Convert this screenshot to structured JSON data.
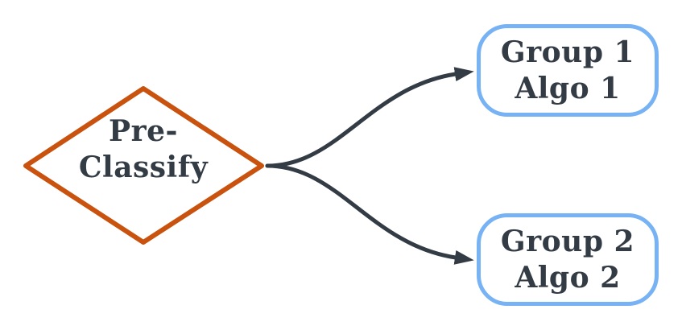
{
  "diagram": {
    "type": "flowchart",
    "decision": {
      "label": "Pre-\nClassify",
      "shape": "diamond"
    },
    "outcomes": [
      {
        "id": "group1",
        "label": "Group 1\nAlgo 1",
        "shape": "rounded-rect"
      },
      {
        "id": "group2",
        "label": "Group 2\nAlgo 2",
        "shape": "rounded-rect"
      }
    ],
    "edges": [
      {
        "from": "Pre-Classify",
        "to": "Group 1 Algo 1",
        "style": "curved-arrow"
      },
      {
        "from": "Pre-Classify",
        "to": "Group 2 Algo 2",
        "style": "curved-arrow"
      }
    ]
  },
  "colors": {
    "background": "#ffffff",
    "decision_border": "#c8520e",
    "outcome_border": "#77b3f4",
    "arrow": "#333b45",
    "text": "#333b45"
  }
}
